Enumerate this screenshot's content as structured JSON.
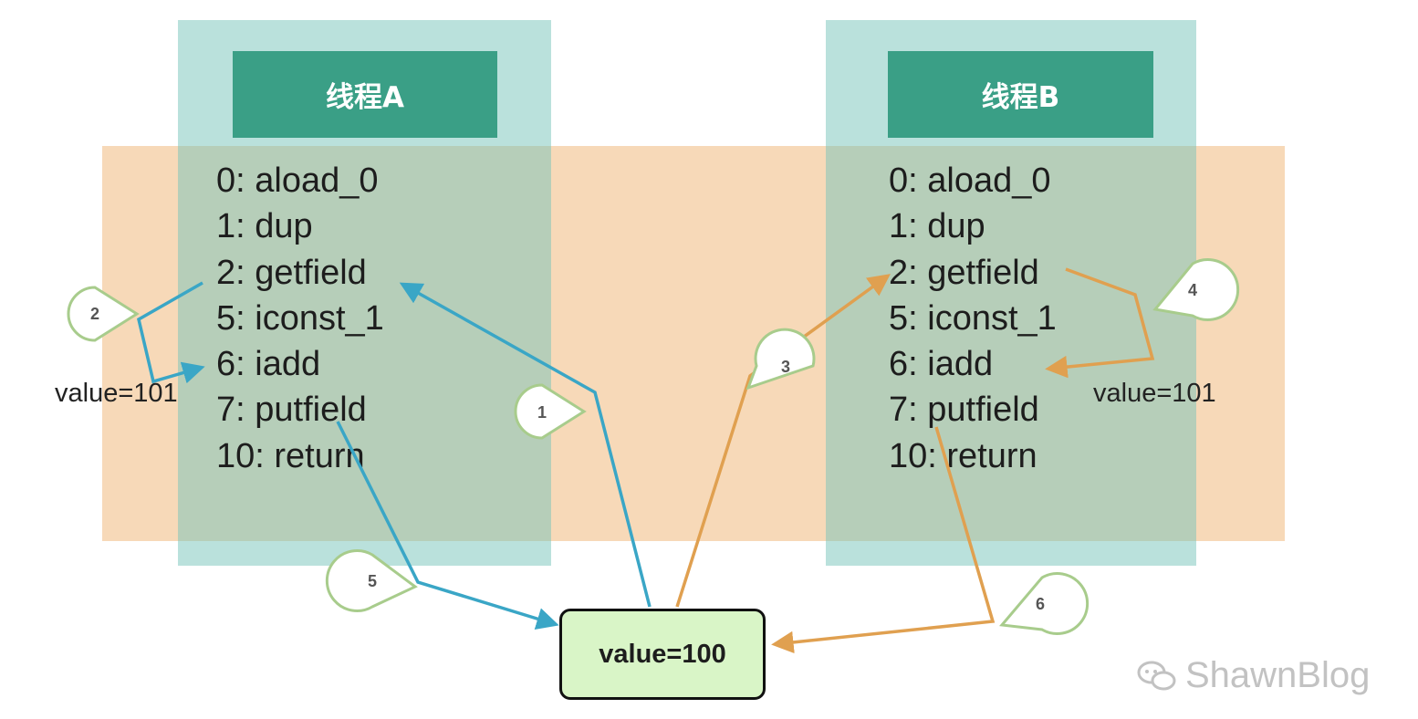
{
  "threads": [
    {
      "title": "线程A",
      "instructions": [
        "0: aload_0",
        "1: dup",
        "2: getfield",
        "5: iconst_1",
        "6: iadd",
        "7: putfield",
        "10: return"
      ]
    },
    {
      "title": "线程B",
      "instructions": [
        "0: aload_0",
        "1: dup",
        "2: getfield",
        "5: iconst_1",
        "6: iadd",
        "7: putfield",
        "10: return"
      ]
    }
  ],
  "notes": {
    "thread_a": "value=101",
    "thread_b": "value=101"
  },
  "memory": {
    "label": "value=100"
  },
  "steps": [
    "1",
    "2",
    "3",
    "4",
    "5",
    "6"
  ],
  "watermark": {
    "text": "ShawnBlog"
  },
  "colors": {
    "thread_a_arrow": "#3aa6c6",
    "thread_b_arrow": "#e0a050",
    "bubble_border": "#a8cc8c"
  }
}
